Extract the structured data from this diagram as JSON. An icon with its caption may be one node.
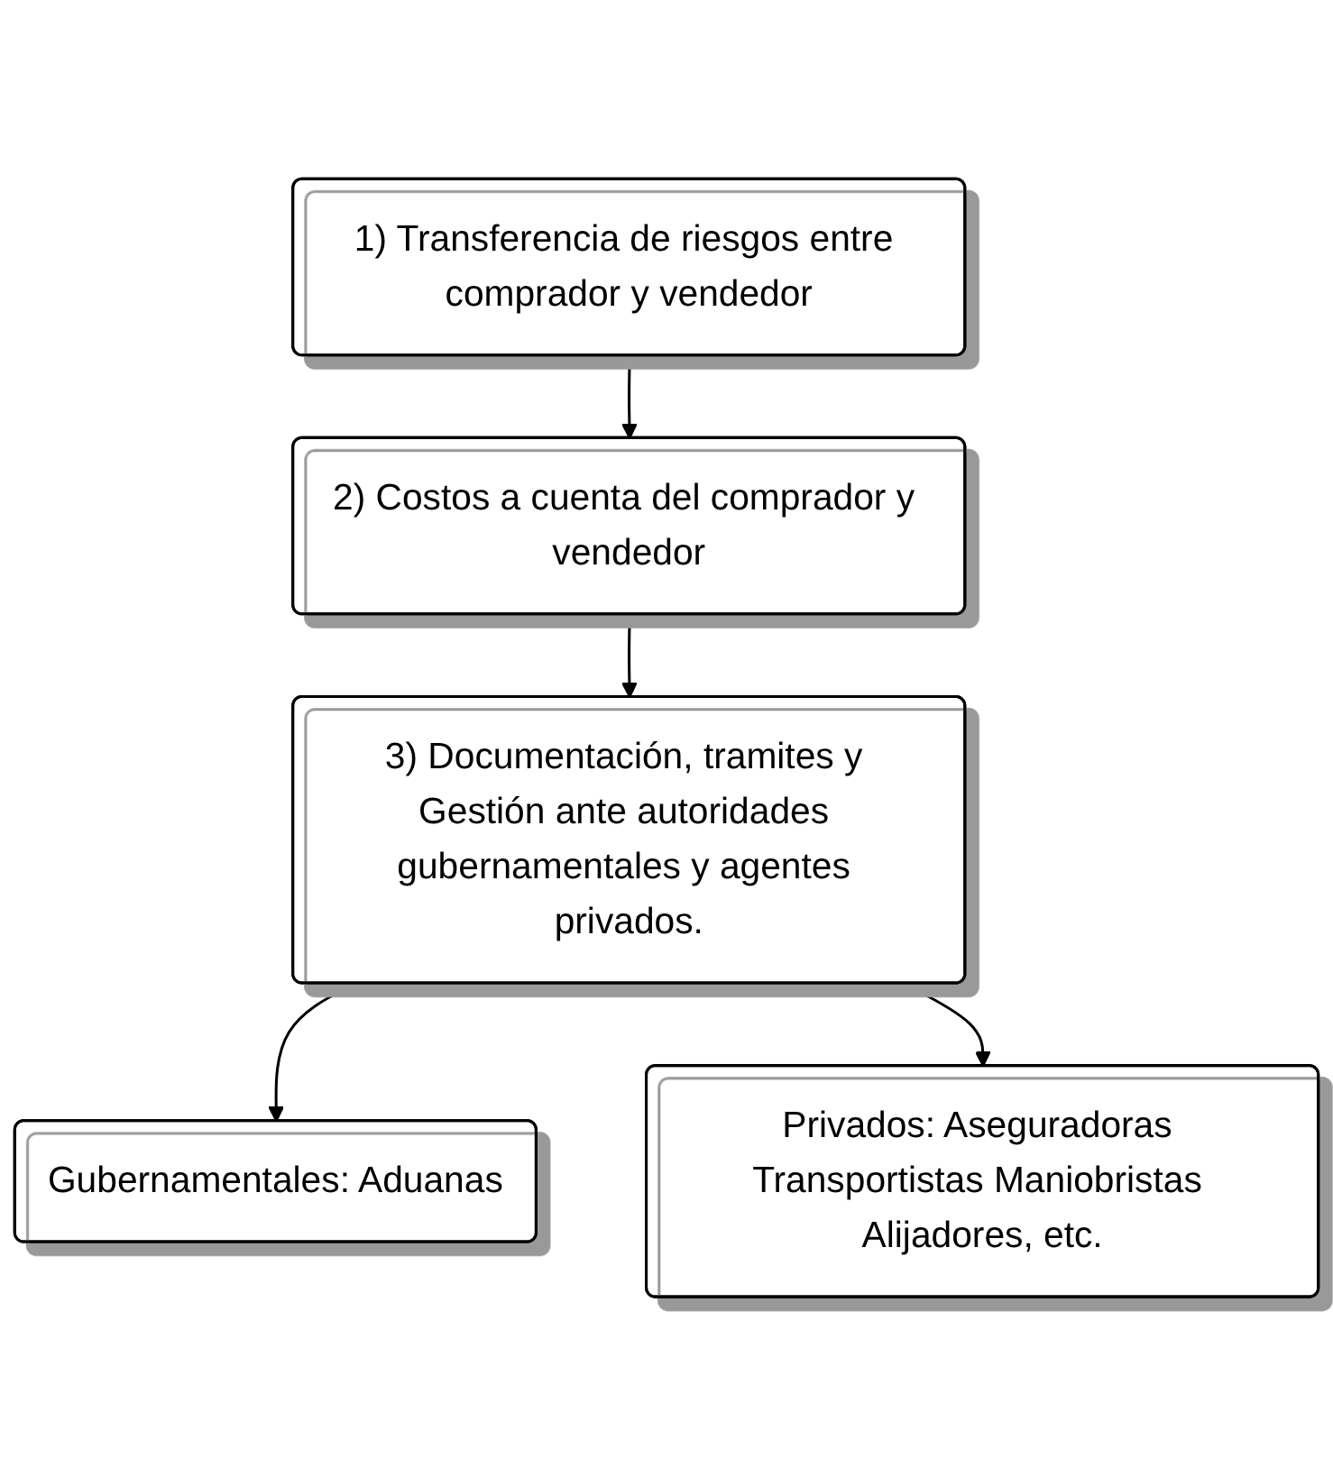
{
  "diagram": {
    "nodes": [
      {
        "text": [
          "1) Transferencia de riesgos entre comprador y vendedor"
        ]
      },
      {
        "text": [
          "2) Costos a cuenta del comprador y vendedor"
        ]
      },
      {
        "text": [
          "3) Documentación, tramites y Gestión ante autoridades gubernamentales y agentes privados."
        ]
      },
      {
        "text": [
          "Gubernamentales: Aduanas"
        ]
      },
      {
        "text": [
          "Privados: Aseguradoras Transportistas Maniobristas Alijadores, etc."
        ]
      }
    ],
    "edges": [
      {
        "from": 0,
        "to": 1,
        "arrow": "to"
      },
      {
        "from": 1,
        "to": 2,
        "arrow": "to"
      },
      {
        "from": 2,
        "to": 3,
        "arrow": "to"
      },
      {
        "from": 2,
        "to": 4,
        "arrow": "to"
      }
    ]
  }
}
